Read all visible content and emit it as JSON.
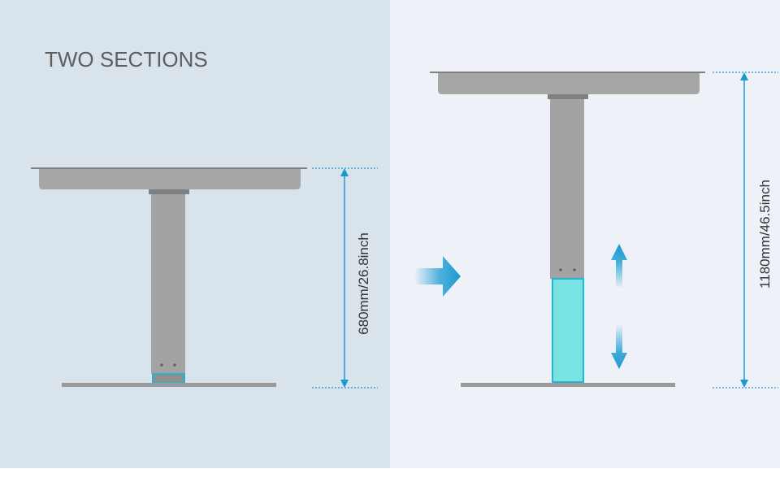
{
  "title": "TWO SECTIONS",
  "low_height_label": "680mm/26.8inch",
  "high_height_label": "1180mm/46.5inch",
  "colors": {
    "left_panel_bg": "#d9e3ec",
    "right_panel_bg": "#eef2f8",
    "frame_gray": "#9a9a9a",
    "desktop_gray": "#a6a6a6",
    "highlight_cyan": "#78e3e0",
    "accent_blue": "#1a9ad1",
    "title_gray": "#5e5e5e"
  },
  "icons": {
    "transition": "right-arrow-icon",
    "adjust": "up-down-arrow-icon"
  }
}
